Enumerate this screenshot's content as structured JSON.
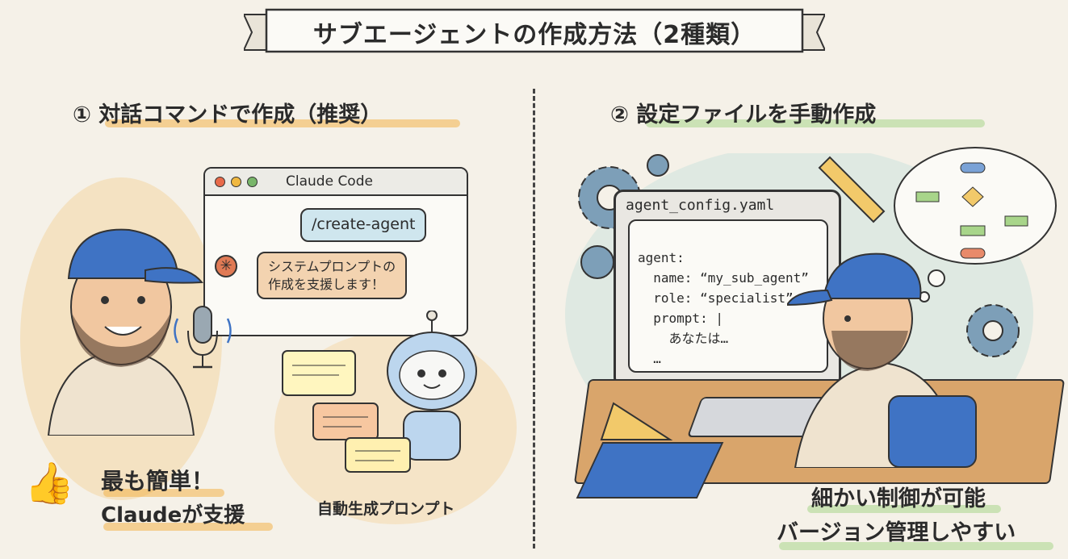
{
  "title": "サブエージェントの作成方法（2種類）",
  "left": {
    "heading": "① 対話コマンドで作成（推奨）",
    "window_title": "Claude Code",
    "command": "/create-agent",
    "reply_line1": "システムプロンプトの",
    "reply_line2": "作成を支援します！",
    "caption_line1": "最も簡単！",
    "caption_line2": "Claudeが支援",
    "auto_label": "自動生成プロンプト"
  },
  "right": {
    "heading": "② 設定ファイルを手動作成",
    "file_title": "agent_config.yaml",
    "code_lines": [
      "agent:",
      "  name: “my_sub_agent”",
      "  role: “specialist”",
      "  prompt: |",
      "    あなたは…",
      "  …"
    ],
    "caption_line1": "細かい制御が可能",
    "caption_line2": "バージョン管理しやすい"
  },
  "colors": {
    "highlight_orange": "#f2b24a",
    "highlight_green": "#a8d58a",
    "cap_blue": "#3f73c4",
    "screen_bg": "#fbfaf6"
  }
}
